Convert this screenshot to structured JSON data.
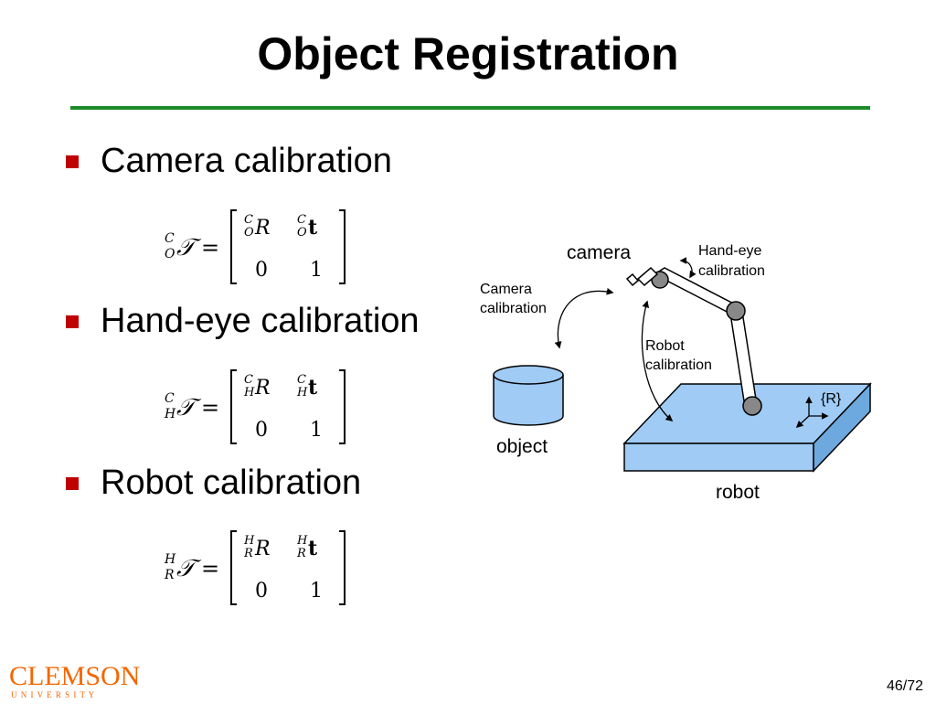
{
  "slide": {
    "title": "Object Registration",
    "page_number": "46/72"
  },
  "bullets": [
    {
      "label": "Camera calibration"
    },
    {
      "label": "Hand-eye calibration"
    },
    {
      "label": "Robot calibration"
    }
  ],
  "equations": [
    {
      "sup": "C",
      "sub": "O",
      "R_sup": "C",
      "R_sub": "O",
      "t_sup": "C",
      "t_sub": "O",
      "zero": "0",
      "one": "1"
    },
    {
      "sup": "C",
      "sub": "H",
      "R_sup": "C",
      "R_sub": "H",
      "t_sup": "C",
      "t_sub": "H",
      "zero": "0",
      "one": "1"
    },
    {
      "sup": "H",
      "sub": "R",
      "R_sup": "H",
      "R_sub": "R",
      "t_sup": "H",
      "t_sub": "R",
      "zero": "0",
      "one": "1"
    }
  ],
  "diagram": {
    "camera_label": "camera",
    "hand_eye_label_1": "Hand-eye",
    "hand_eye_label_2": "calibration",
    "camera_calib_label_1": "Camera",
    "camera_calib_label_2": "calibration",
    "robot_calib_label_1": "Robot",
    "robot_calib_label_2": "calibration",
    "object_label": "object",
    "robot_label": "robot",
    "frame_label": "{R}"
  },
  "logo": {
    "name": "CLEMSON",
    "subtitle": "U N I V E R S I T Y"
  },
  "colors": {
    "title_rule": "#1a8a2a",
    "bullet": "#c00000",
    "shape_fill": "#9fcbf5",
    "logo": "#f56600"
  }
}
